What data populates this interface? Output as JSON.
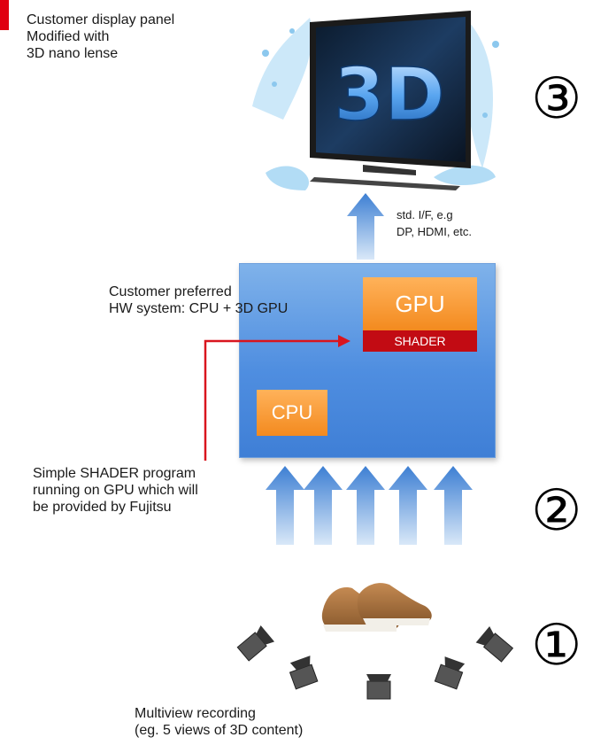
{
  "labels": {
    "display_panel": [
      "Customer display panel",
      "Modified with",
      "3D nano lense"
    ],
    "interface": [
      "std. I/F, e.g",
      "DP, HDMI, etc."
    ],
    "hw_system": [
      "Customer preferred",
      "HW system:  CPU + 3D GPU"
    ],
    "shader_program": [
      "Simple SHADER program",
      "running on GPU which will",
      "be provided by Fujitsu"
    ],
    "recording": [
      "Multiview recording",
      "(eg. 5 views of 3D content)"
    ]
  },
  "boxes": {
    "gpu": "GPU",
    "shader": "SHADER",
    "cpu": "CPU"
  },
  "tv_text": "3D",
  "steps": {
    "one": "①",
    "two": "②",
    "three": "③"
  },
  "colors": {
    "accent_red": "#e0000f",
    "panel_blue": "#4f8ee0",
    "orange": "#f38a1f",
    "shader_red": "#c20b13"
  }
}
